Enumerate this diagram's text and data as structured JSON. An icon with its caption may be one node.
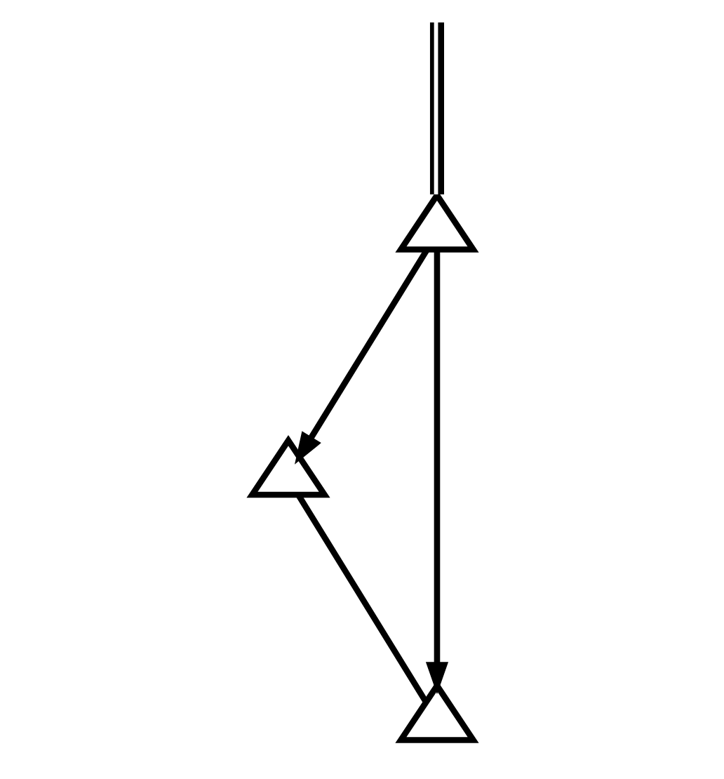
{
  "diagram": {
    "nodes": [
      {
        "text": [],
        "shape": "triangle"
      },
      {
        "text": [],
        "shape": "triangle"
      },
      {
        "text": [],
        "shape": "triangle"
      }
    ],
    "edges": [
      {
        "from": null,
        "to": 0,
        "arrow": "none"
      },
      {
        "from": 0,
        "to": 1,
        "arrow": "to"
      },
      {
        "from": 0,
        "to": 2,
        "arrow": "to"
      },
      {
        "from": 1,
        "to": 2,
        "arrow": "none"
      }
    ]
  }
}
